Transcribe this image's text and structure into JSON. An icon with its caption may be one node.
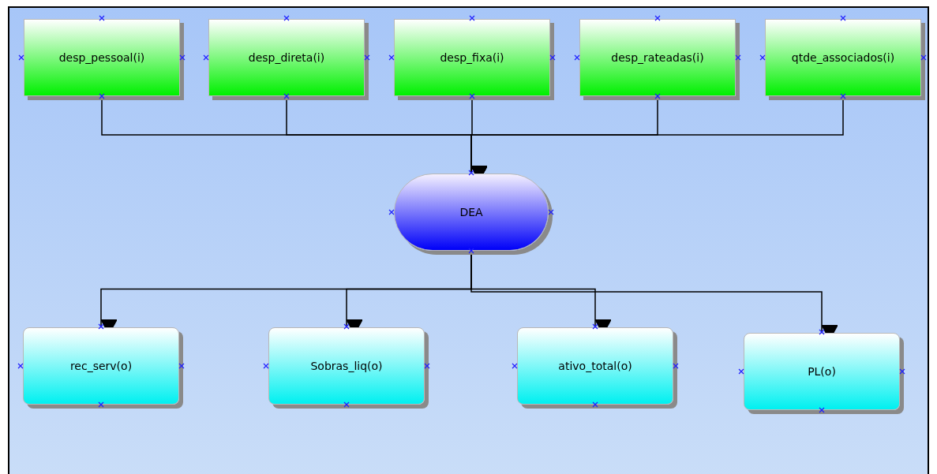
{
  "diagram": {
    "nodes": [
      {
        "text": [
          "desp_pessoal(i)"
        ]
      },
      {
        "text": [
          "desp_direta(i)"
        ]
      },
      {
        "text": [
          "desp_fixa(i)"
        ]
      },
      {
        "text": [
          "desp_rateadas(i)"
        ]
      },
      {
        "text": [
          "qtde_associados(i)"
        ]
      },
      {
        "text": [
          "DEA"
        ]
      },
      {
        "text": [
          "rec_serv(o)"
        ]
      },
      {
        "text": [
          "Sobras_liq(o)"
        ]
      },
      {
        "text": [
          "ativo_total(o)"
        ]
      },
      {
        "text": [
          "PL(o)"
        ]
      }
    ],
    "edges": [
      {
        "from": 0,
        "to": 5,
        "arrow": "to"
      },
      {
        "from": 1,
        "to": 5,
        "arrow": "to"
      },
      {
        "from": 2,
        "to": 5,
        "arrow": "to"
      },
      {
        "from": 3,
        "to": 5,
        "arrow": "to"
      },
      {
        "from": 4,
        "to": 5,
        "arrow": "to"
      },
      {
        "from": 5,
        "to": 6,
        "arrow": "to"
      },
      {
        "from": 5,
        "to": 7,
        "arrow": "to"
      },
      {
        "from": 5,
        "to": 8,
        "arrow": "to"
      },
      {
        "from": 5,
        "to": 9,
        "arrow": "to"
      }
    ]
  }
}
